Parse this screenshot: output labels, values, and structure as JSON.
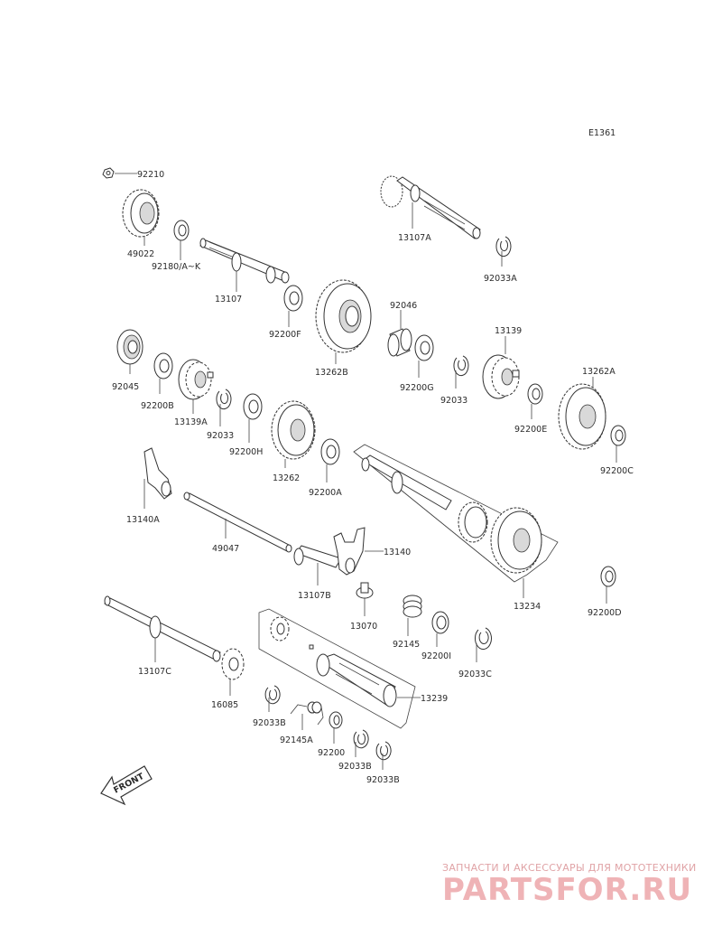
{
  "diagram_code": "E1361",
  "front_label": "FRONT",
  "part_labels": {
    "p92210": "92210",
    "p49022": "49022",
    "p92180": "92180/A~K",
    "p13107": "13107",
    "p92200F": "92200F",
    "p13262B": "13262B",
    "p13107A": "13107A",
    "p92033A": "92033A",
    "p92046": "92046",
    "p92200G": "92200G",
    "p92033": "92033",
    "p13139": "13139",
    "p92200E": "92200E",
    "p13262A": "13262A",
    "p92200C": "92200C",
    "p92045": "92045",
    "p92200B": "92200B",
    "p13139A": "13139A",
    "p92033_2": "92033",
    "p92200H": "92200H",
    "p13262": "13262",
    "p92200A": "92200A",
    "p13140A": "13140A",
    "p49047": "49047",
    "p13107B": "13107B",
    "p13140": "13140",
    "p13070": "13070",
    "p13234": "13234",
    "p92200D": "92200D",
    "p13107C": "13107C",
    "p16085": "16085",
    "p92145": "92145",
    "p92200I": "92200I",
    "p92033C": "92033C",
    "p13239": "13239",
    "p92033B_1": "92033B",
    "p92145A": "92145A",
    "p92200": "92200",
    "p92033B_2": "92033B",
    "p92033B_3": "92033B"
  },
  "watermark": {
    "top_line": "ЗАПЧАСТИ И АКСЕССУАРЫ ДЛЯ МОТОТЕХНИКИ",
    "brand": "PARTSFOR.RU"
  }
}
